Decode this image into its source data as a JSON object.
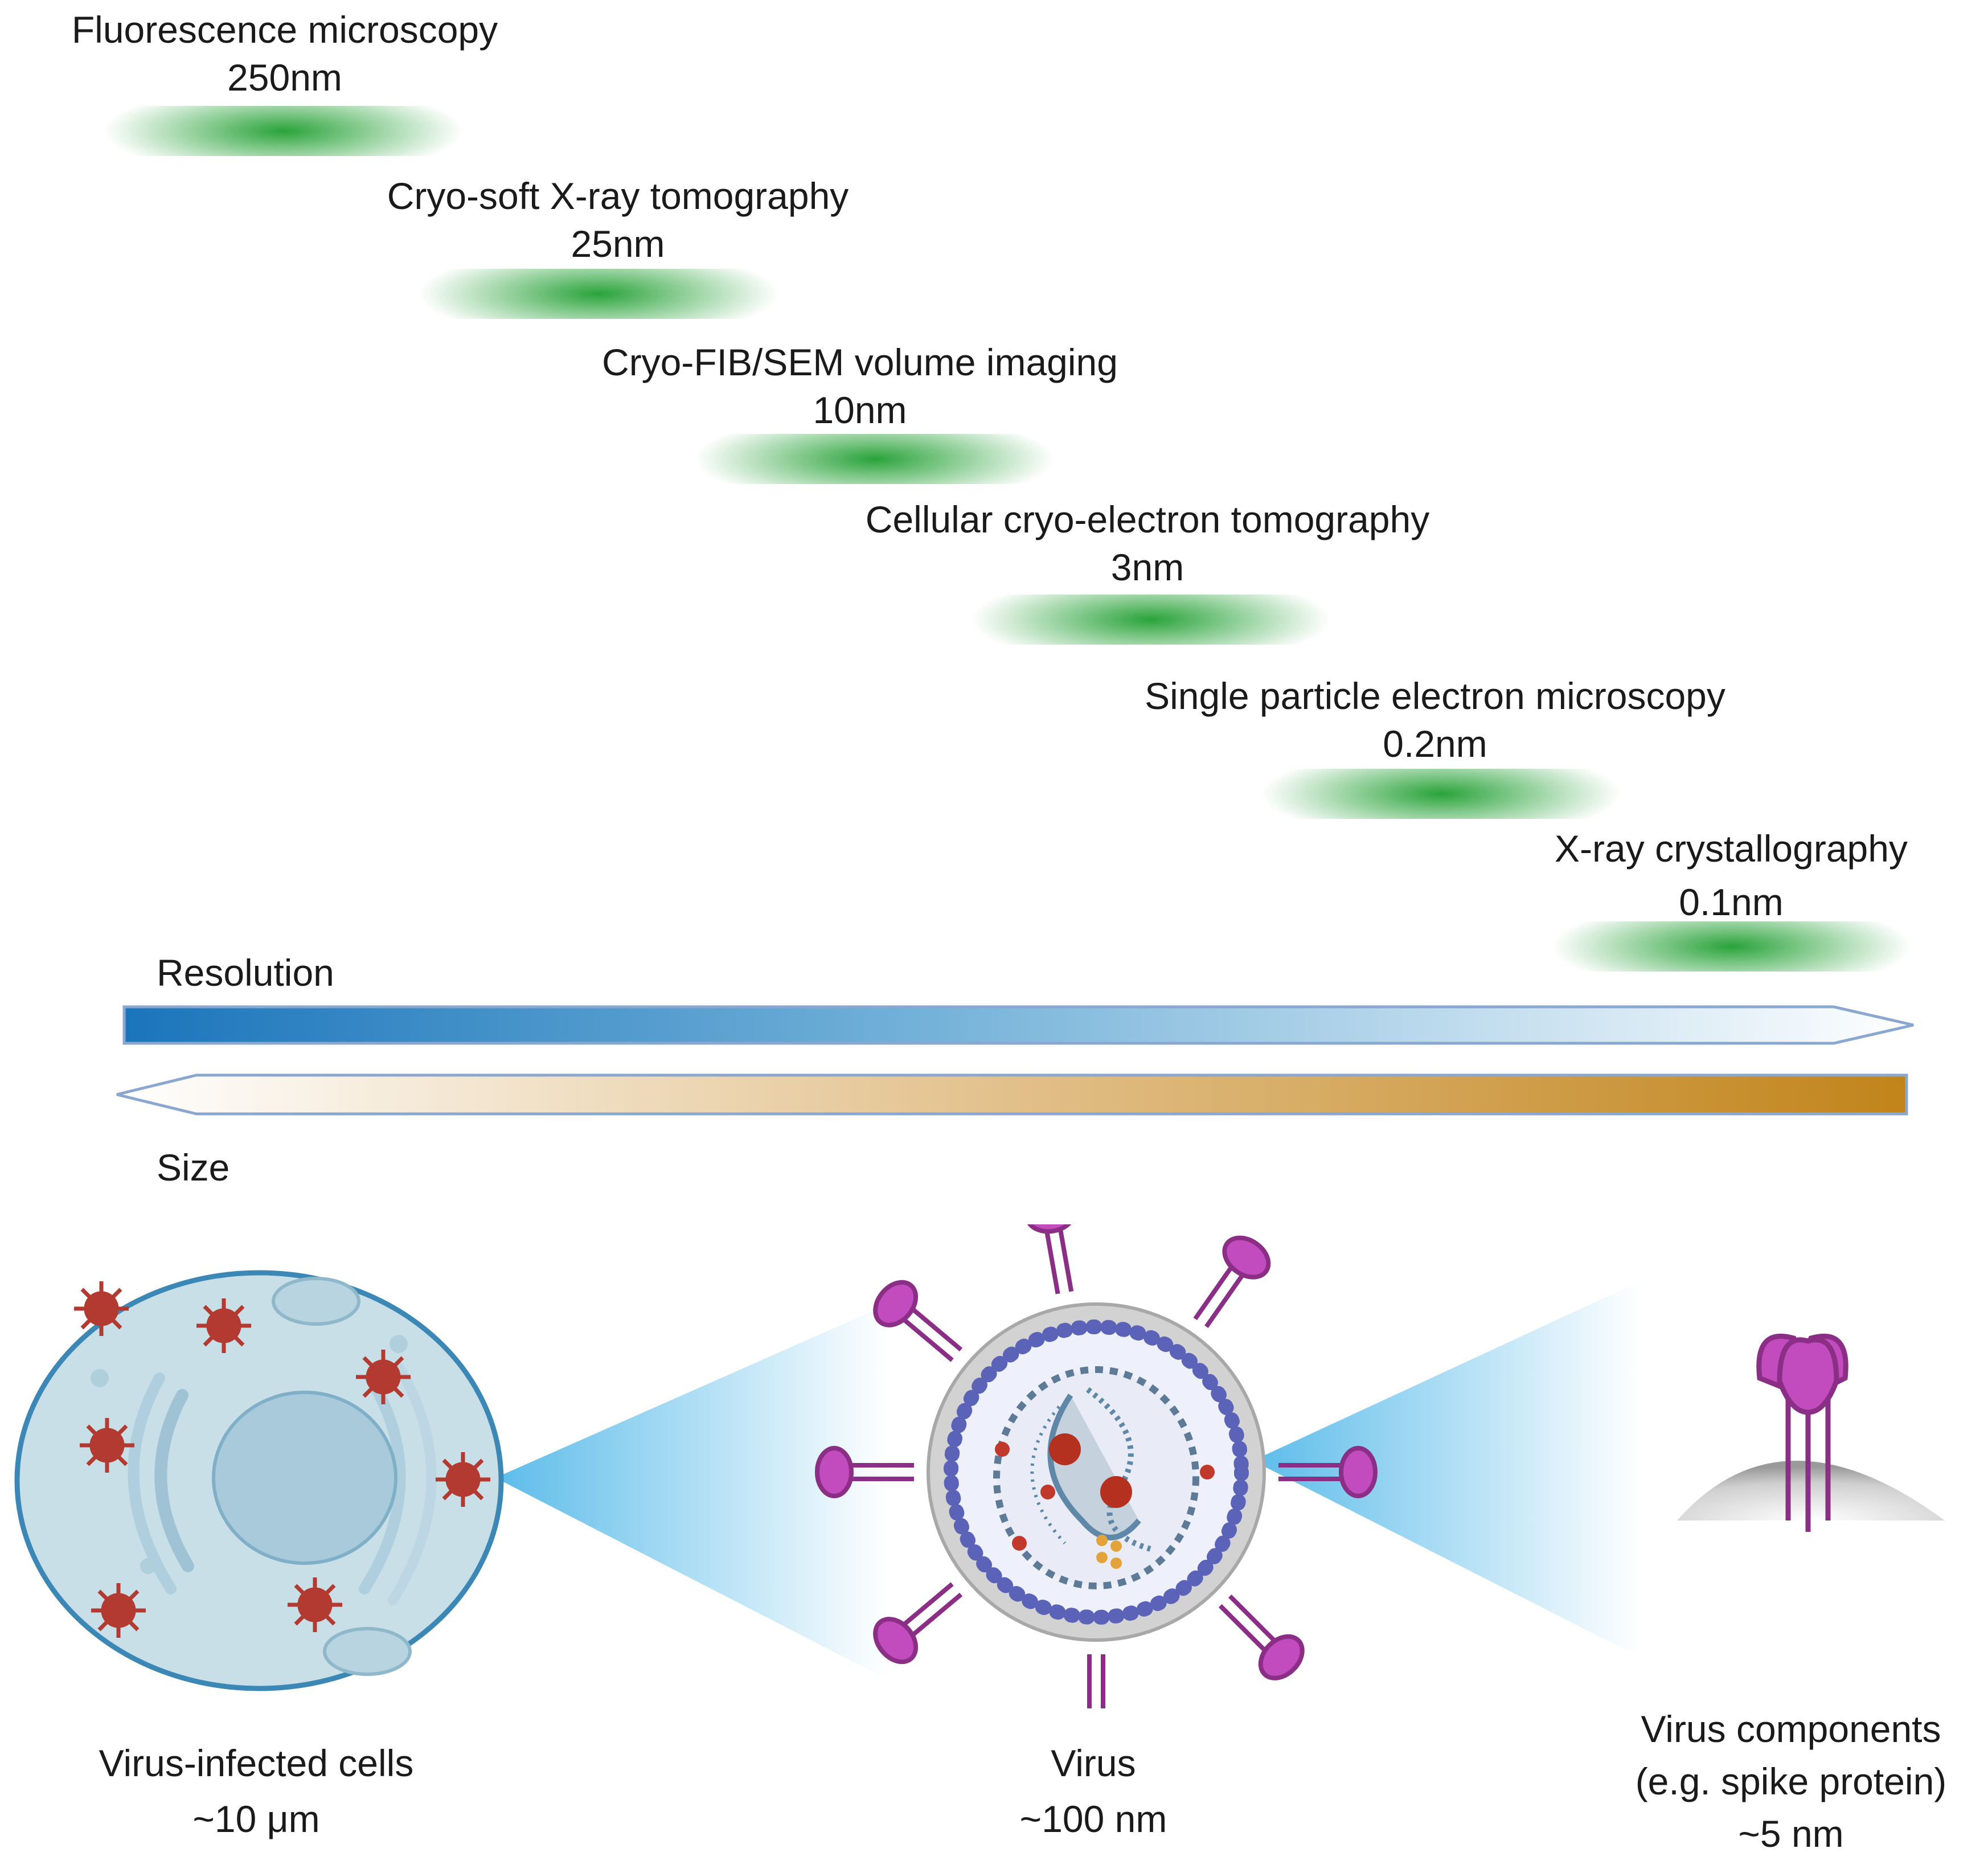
{
  "techniques": [
    {
      "name": "Fluorescence microscopy",
      "resolution": "250nm"
    },
    {
      "name": "Cryo-soft X-ray tomography",
      "resolution": "25nm"
    },
    {
      "name": "Cryo-FIB/SEM volume imaging",
      "resolution": "10nm"
    },
    {
      "name": "Cellular cryo-electron tomography",
      "resolution": "3nm"
    },
    {
      "name": "Single particle electron microscopy",
      "resolution": "0.2nm"
    },
    {
      "name": "X-ray crystallography",
      "resolution": "0.1nm"
    }
  ],
  "axes": {
    "resolution_label": "Resolution",
    "size_label": "Size"
  },
  "colors": {
    "band_green": "#2aa33a",
    "resolution_start": "#1b75bb",
    "resolution_end": "#ffffff",
    "size_start": "#ffffff",
    "size_end": "#c1841a",
    "cell_fill": "#c9dfe8",
    "virus_red": "#c0392b",
    "spike_purple": "#b03aa8"
  },
  "scales": [
    {
      "line1": "Virus-infected cells",
      "line2": "",
      "size": "~10 μm"
    },
    {
      "line1": "Virus",
      "line2": "",
      "size": "~100 nm"
    },
    {
      "line1": "Virus components",
      "line2": "(e.g. spike protein)",
      "size": "~5 nm"
    }
  ]
}
